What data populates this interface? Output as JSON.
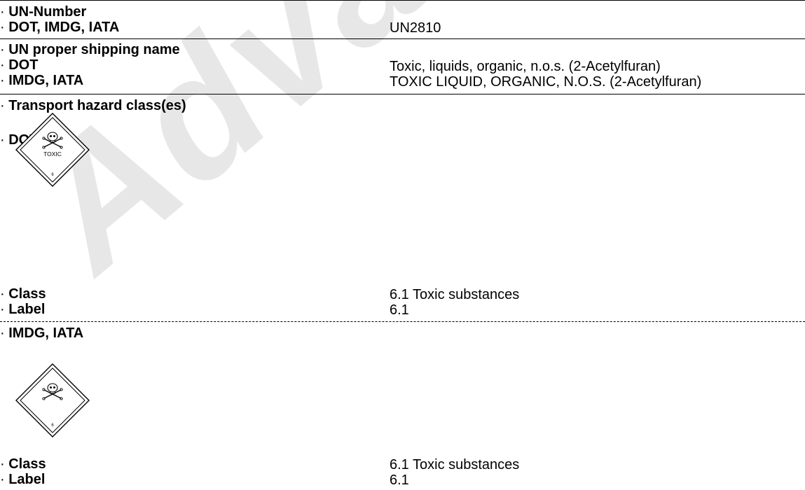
{
  "watermark": "Advance",
  "un_number": {
    "heading": "UN-Number",
    "rows": [
      {
        "label": "DOT, IMDG, IATA",
        "value": "UN2810"
      }
    ]
  },
  "shipping_name": {
    "heading": "UN proper shipping name",
    "rows": [
      {
        "label": "DOT",
        "value": "Toxic, liquids, organic, n.o.s. (2-Acetylfuran)"
      },
      {
        "label": "IMDG, IATA",
        "value": "TOXIC LIQUID, ORGANIC, N.O.S. (2-Acetylfuran)"
      }
    ]
  },
  "hazard_class": {
    "heading": "Transport hazard class(es)",
    "dot": {
      "heading": "DOT",
      "pictogram": {
        "icon": "toxic-skull-diamond-icon",
        "text": "TOXIC",
        "number": "6"
      },
      "rows": [
        {
          "label": "Class",
          "value": "6.1 Toxic substances"
        },
        {
          "label": "Label",
          "value": "6.1"
        }
      ]
    },
    "imdg_iata": {
      "heading": "IMDG, IATA",
      "pictogram": {
        "icon": "skull-crossbones-diamond-icon",
        "number": "6"
      },
      "rows": [
        {
          "label": "Class",
          "value": "6.1 Toxic substances"
        },
        {
          "label": "Label",
          "value": "6.1"
        }
      ]
    }
  }
}
